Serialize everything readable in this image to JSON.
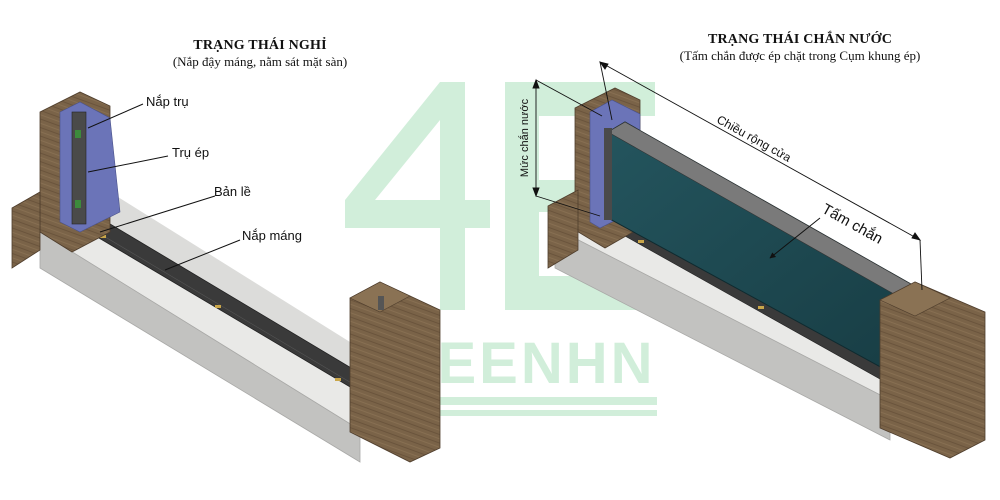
{
  "left_panel": {
    "title": "TRẠNG THÁI NGHỈ",
    "subtitle": "(Nắp đậy máng, nằm sát mặt sàn)",
    "callouts": [
      "Nắp trụ",
      "Trụ ép",
      "Bản lề",
      "Nắp máng"
    ]
  },
  "right_panel": {
    "title": "TRẠNG THÁI CHẮN NƯỚC",
    "subtitle": "(Tấm chắn được ép chặt trong Cụm khung ép)",
    "dim_width_label": "Chiều rộng cửa",
    "dim_height_label": "Mức chắn nước",
    "panel_label": "Tấm chắn"
  },
  "watermark": {
    "logo_text": "GREENHN",
    "color": "#c9ecd4"
  },
  "colors": {
    "wood": "#7a6348",
    "wood_dark": "#5e4a35",
    "concrete_top": "#e9e9e7",
    "concrete_side": "#c2c2c0",
    "trench": "#3a3a3a",
    "seal_blue": "#6b74b8",
    "barrier": "#1f4a52"
  }
}
